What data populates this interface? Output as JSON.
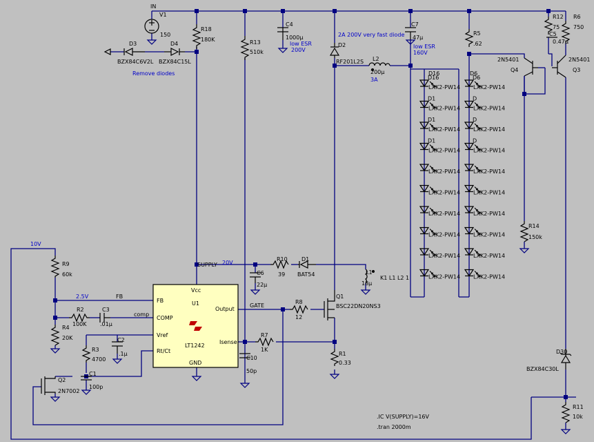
{
  "net_labels": {
    "in": "IN",
    "supply": "SUPPLY",
    "supply_v": "20V",
    "v10": "10V",
    "v25": "2.5V",
    "fb": "FB",
    "comp": "comp",
    "gate": "GATE"
  },
  "components": {
    "V1": {
      "name": "V1",
      "value": "150"
    },
    "R18": {
      "name": "R18",
      "value": "180K"
    },
    "R13": {
      "name": "R13",
      "value": "510k"
    },
    "C4": {
      "name": "C4",
      "value": "1000µ",
      "note1": "low ESR",
      "note2": "200V"
    },
    "D2": {
      "name": "D2",
      "value": "RF201L2S",
      "note": "2A 200V very fast diode"
    },
    "C7": {
      "name": "C7",
      "value": "47µ",
      "note1": "low ESR",
      "note2": "160V"
    },
    "L2": {
      "name": "L2",
      "value": "200µ",
      "note": "3A"
    },
    "R5": {
      "name": "R5",
      "value": ".62"
    },
    "R12": {
      "name": "R12",
      "value": "75"
    },
    "C5": {
      "name": "C5",
      "value": "0.47µ"
    },
    "R6": {
      "name": "R6",
      "value": "750"
    },
    "Q4": {
      "name": "Q4",
      "value": "2N5401"
    },
    "Q3": {
      "name": "Q3",
      "value": "2N5401"
    },
    "D3": {
      "name": "D3",
      "value": "BZX84C6V2L"
    },
    "D4": {
      "name": "D4",
      "value": "BZX84C15L"
    },
    "remove": "Remove diodes",
    "D16": {
      "name": "D16"
    },
    "D6": {
      "name": "D6"
    },
    "led_left": [
      "D16",
      "D1",
      "D1",
      "D1",
      "",
      "",
      "",
      "",
      "",
      ""
    ],
    "led_right": [
      "D6",
      "D",
      "D",
      "D",
      "",
      "",
      "",
      "",
      "",
      ""
    ],
    "led_value": "LXK2-PW14",
    "R14": {
      "name": "R14",
      "value": "150k"
    },
    "R9": {
      "name": "R9",
      "value": "60k"
    },
    "R4": {
      "name": "R4",
      "value": "20K"
    },
    "R2": {
      "name": "R2",
      "value": "100K"
    },
    "C3": {
      "name": "C3",
      "value": ".01µ"
    },
    "R3": {
      "name": "R3",
      "value": "4700"
    },
    "C2": {
      "name": "C2",
      "value": ".1µ"
    },
    "C1": {
      "name": "C1",
      "value": "100p"
    },
    "Q2": {
      "name": "Q2",
      "value": "2N7002"
    },
    "C6": {
      "name": "C6",
      "value": "22µ"
    },
    "R10": {
      "name": "R10",
      "value": "39"
    },
    "D1": {
      "name": "D1",
      "value": "BAT54"
    },
    "L1": {
      "name": "L1",
      "value": "18µ",
      "coupling": "K1 L1 L2 1"
    },
    "R8": {
      "name": "R8",
      "value": "12"
    },
    "Q1": {
      "name": "Q1",
      "value": "BSC22DN20NS3"
    },
    "R7": {
      "name": "R7",
      "value": "1K"
    },
    "R1": {
      "name": "R1",
      "value": "0.33"
    },
    "C10": {
      "name": "C10",
      "value": "50p"
    },
    "D30": {
      "name": "D30",
      "value": "BZX84C30L"
    },
    "R11": {
      "name": "R11",
      "value": "10k"
    }
  },
  "ic": {
    "name": "U1",
    "part": "LT1242",
    "logo": "LT",
    "pins": {
      "vcc": "Vcc",
      "fb": "FB",
      "comp": "COMP",
      "vref": "Vref",
      "rtct": "Rt/Ct",
      "output": "Output",
      "isense": "Isense",
      "gnd": "GND"
    }
  },
  "directives": [
    ".IC V(SUPPLY)=16V",
    ".tran 2000m"
  ]
}
